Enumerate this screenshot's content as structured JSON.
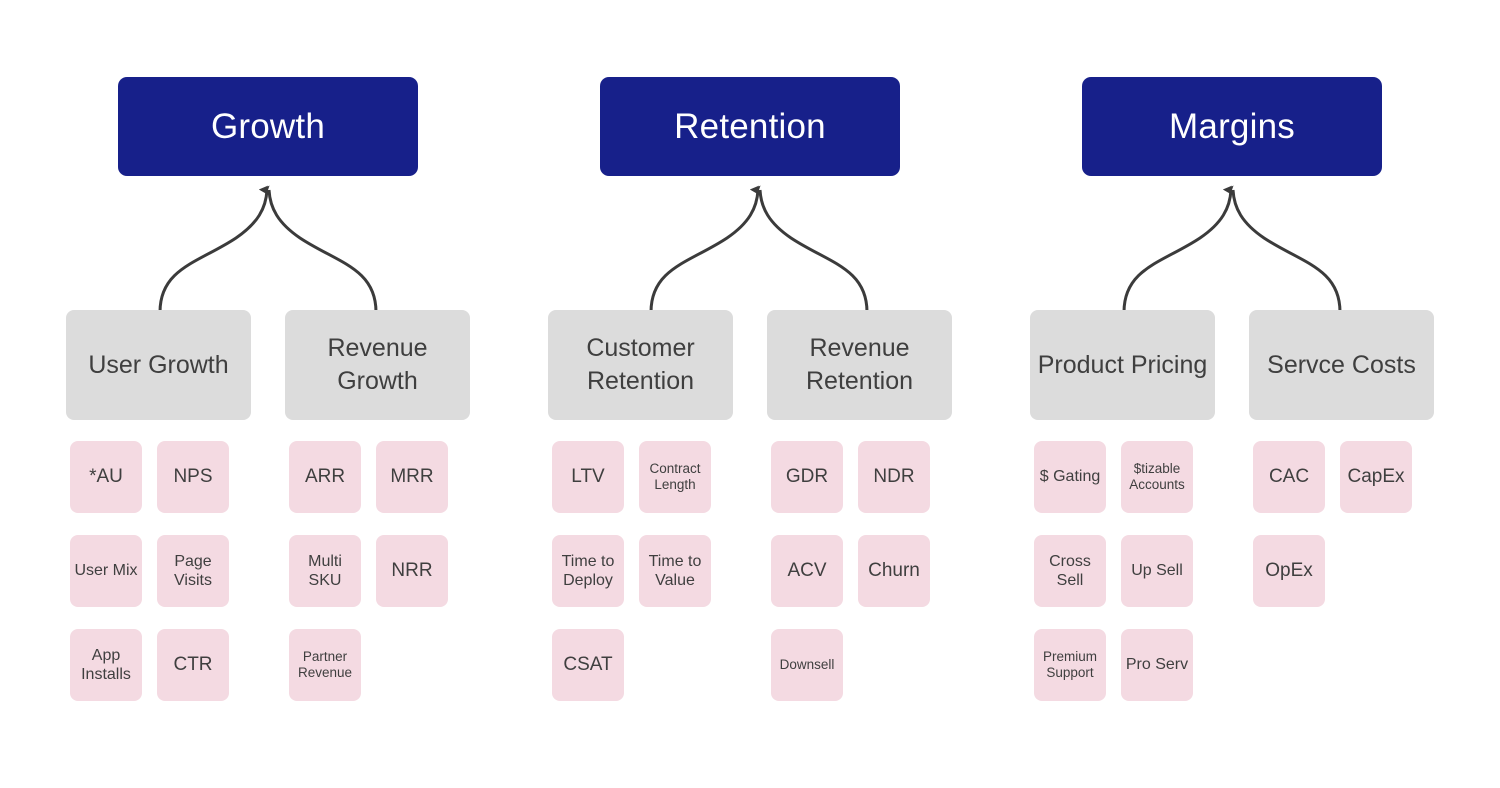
{
  "meta": {
    "title": "SaaS Metrics Tree",
    "colors": {
      "background": "#ffffff",
      "top_box": "#17208a",
      "top_box_text": "#ffffff",
      "mid_box": "#dcdcdc",
      "leaf_box": "#f4dae2",
      "body_text": "#3f3f3f",
      "connector": "#3b3b3b"
    }
  },
  "pillars": [
    {
      "id": "growth",
      "title": "Growth",
      "branches": [
        {
          "id": "user-growth",
          "title": "User Growth",
          "metrics": [
            [
              {
                "label": "*AU",
                "size": "md"
              },
              {
                "label": "NPS",
                "size": "md"
              }
            ],
            [
              {
                "label": "User Mix",
                "size": "sm"
              },
              {
                "label": "Page Visits",
                "size": "sm"
              }
            ],
            [
              {
                "label": "App Installs",
                "size": "sm"
              },
              {
                "label": "CTR",
                "size": "md"
              }
            ]
          ]
        },
        {
          "id": "revenue-growth",
          "title": "Revenue Growth",
          "metrics": [
            [
              {
                "label": "ARR",
                "size": "md"
              },
              {
                "label": "MRR",
                "size": "md"
              }
            ],
            [
              {
                "label": "Multi SKU",
                "size": "sm"
              },
              {
                "label": "NRR",
                "size": "md"
              }
            ],
            [
              {
                "label": "Partner Revenue",
                "size": "xs"
              },
              {
                "label": "",
                "size": "empty"
              }
            ]
          ]
        }
      ]
    },
    {
      "id": "retention",
      "title": "Retention",
      "branches": [
        {
          "id": "customer-retention",
          "title": "Customer Retention",
          "metrics": [
            [
              {
                "label": "LTV",
                "size": "md"
              },
              {
                "label": "Contract Length",
                "size": "xs"
              }
            ],
            [
              {
                "label": "Time to Deploy",
                "size": "sm"
              },
              {
                "label": "Time to Value",
                "size": "sm"
              }
            ],
            [
              {
                "label": "CSAT",
                "size": "md"
              },
              {
                "label": "",
                "size": "empty"
              }
            ]
          ]
        },
        {
          "id": "revenue-retention",
          "title": "Revenue Retention",
          "metrics": [
            [
              {
                "label": "GDR",
                "size": "md"
              },
              {
                "label": "NDR",
                "size": "md"
              }
            ],
            [
              {
                "label": "ACV",
                "size": "md"
              },
              {
                "label": "Churn",
                "size": "md"
              }
            ],
            [
              {
                "label": "Downsell",
                "size": "xs"
              },
              {
                "label": "",
                "size": "empty"
              }
            ]
          ]
        }
      ]
    },
    {
      "id": "margins",
      "title": "Margins",
      "branches": [
        {
          "id": "product-pricing",
          "title": "Product Pricing",
          "metrics": [
            [
              {
                "label": "$ Gating",
                "size": "sm"
              },
              {
                "label": "$tizable Accounts",
                "size": "xs"
              }
            ],
            [
              {
                "label": "Cross Sell",
                "size": "sm"
              },
              {
                "label": "Up Sell",
                "size": "sm"
              }
            ],
            [
              {
                "label": "Premium Support",
                "size": "xs"
              },
              {
                "label": "Pro Serv",
                "size": "sm"
              }
            ]
          ]
        },
        {
          "id": "servce-costs",
          "title": "Servce Costs",
          "metrics": [
            [
              {
                "label": "CAC",
                "size": "md"
              },
              {
                "label": "CapEx",
                "size": "md"
              }
            ],
            [
              {
                "label": "OpEx",
                "size": "md"
              },
              {
                "label": "",
                "size": "empty"
              }
            ],
            [
              {
                "label": "",
                "size": "empty"
              },
              {
                "label": "",
                "size": "empty"
              }
            ]
          ]
        }
      ]
    }
  ]
}
